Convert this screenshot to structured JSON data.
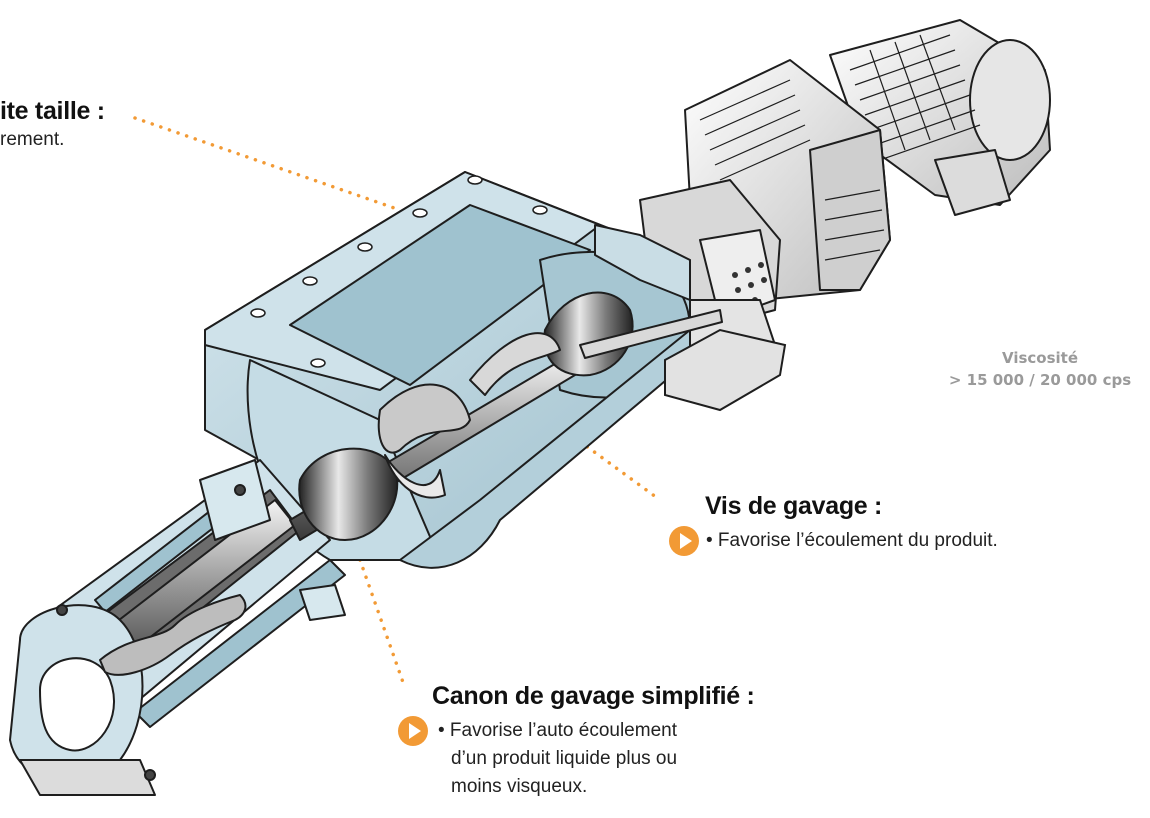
{
  "callouts": {
    "top": {
      "title": "ite taille :",
      "line1": "rement."
    },
    "vis": {
      "title": "Vis de gavage :",
      "bullet": "• Favorise l’écoulement du produit."
    },
    "canon": {
      "title": "Canon de gavage simplifié :",
      "line1": "• Favorise l’auto écoulement",
      "line2": "d’un produit liquide plus ou",
      "line3": "moins visqueux."
    }
  },
  "viscosity": {
    "label": "Viscosité",
    "value": "> 15 000 / 20 000 cps"
  },
  "colors": {
    "accent": "#f29a35",
    "steel": "#b9d3de",
    "dark": "#2a2a2a",
    "grey_text": "#9a9a9a"
  },
  "icons": [
    "play-bullet-icon"
  ]
}
